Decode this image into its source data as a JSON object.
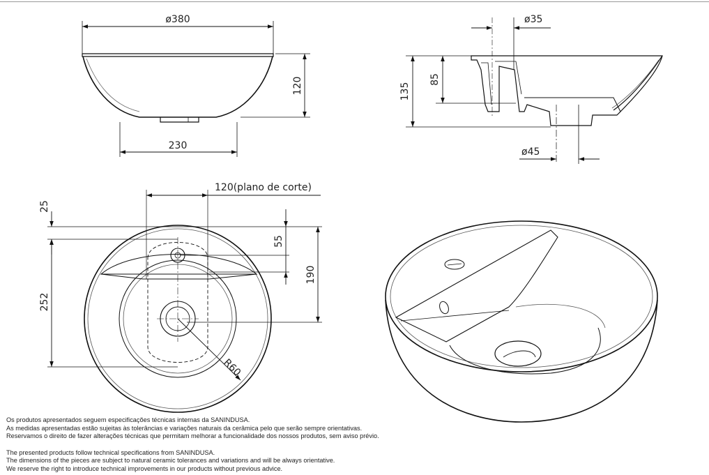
{
  "dimensions": {
    "top_diameter": "ø380",
    "height_side": "120",
    "base_width": "230",
    "drain_diameter_top": "ø35",
    "overall_height": "135",
    "shelf_height": "85",
    "drain_diameter_bottom": "ø45",
    "cut_plane": "120(plano de corte)",
    "offset_top": "25",
    "tap_offset": "55",
    "depth_to_drain": "190",
    "depth_overall": "252",
    "radius": "R60"
  },
  "notes_pt": [
    "Os produtos apresentados seguem especificações técnicas internas da SANINDUSA.",
    "As medidas apresentadas estão sujeitas às tolerâncias e variações naturais da cerâmica pelo que serão sempre orientativas.",
    "Reservamos o direito de fazer alterações técnicas que permitam melhorar a funcionalidade dos nossos produtos, sem aviso prévio."
  ],
  "notes_en": [
    "The presented products follow technical specifications from SANINDUSA.",
    "The dimensions of the pieces are subject to natural ceramic tolerances and variations and will be always orientative.",
    "We reserve the right to introduce technical improvements in our products without previous advice."
  ]
}
